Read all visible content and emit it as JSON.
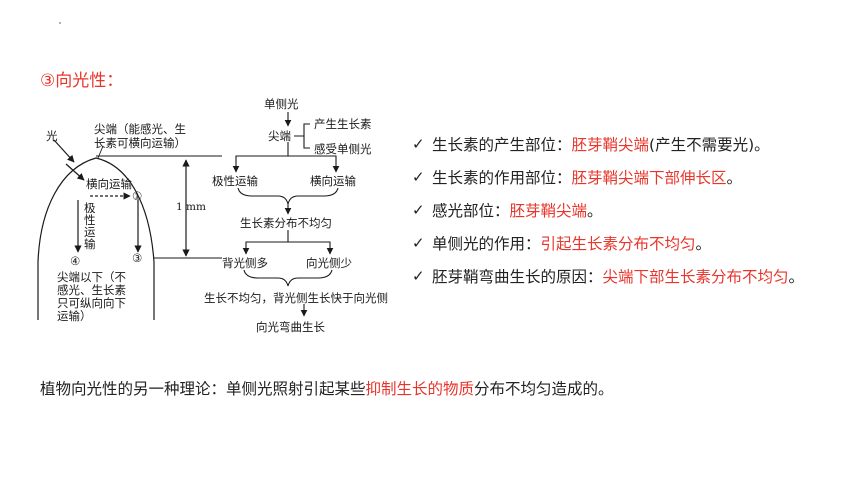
{
  "section_title": "③向光性：",
  "diagram": {
    "light_label": "光",
    "tip_note_line1": "尖端（能感光、生",
    "tip_note_line2": "长素可横向运输）",
    "lateral_transport": "横向运输",
    "circle1": "①",
    "polar_v1": "极",
    "polar_v2": "性",
    "polar_v3": "运",
    "polar_v4": "输",
    "circle4": "④",
    "circle3": "③",
    "below_note_line1": "尖端以下（不",
    "below_note_line2": "感光、生长素",
    "below_note_line3": "只可纵向向下",
    "below_note_line4": "运输）",
    "scale_label": "1 mm",
    "flow_unilateral": "单侧光",
    "flow_tip": "尖端",
    "flow_produce": "产生生长素",
    "flow_sense": "感受单侧光",
    "flow_polar": "极性运输",
    "flow_lateral": "横向运输",
    "flow_uneven": "生长素分布不均匀",
    "flow_backlit_more": "背光侧多",
    "flow_lit_less": "向光侧少",
    "flow_growth_uneven": "生长不均匀，背光侧生长快于向光侧",
    "flow_bend": "向光弯曲生长"
  },
  "points": [
    {
      "label": "生长素的产生部位：",
      "value": "胚芽鞘尖端",
      "suffix": "(产生不需要光)。"
    },
    {
      "label": "生长素的作用部位：",
      "value": "胚芽鞘尖端下部伸长区",
      "suffix": "。"
    },
    {
      "label": "感光部位：",
      "value": "胚芽鞘尖端",
      "suffix": "。"
    },
    {
      "label": "单侧光的作用：",
      "value": "引起生长素分布不均匀",
      "suffix": "。"
    },
    {
      "label": "胚芽鞘弯曲生长的原因：",
      "value": "尖端下部生长素分布不均匀",
      "suffix": "。"
    }
  ],
  "theory": {
    "prefix": "植物向光性的另一种理论：单侧光照射引起某些",
    "highlight": "抑制生长的物质",
    "suffix": "分布不均匀造成的。"
  },
  "colors": {
    "accent": "#e8352b",
    "text": "#222222"
  }
}
